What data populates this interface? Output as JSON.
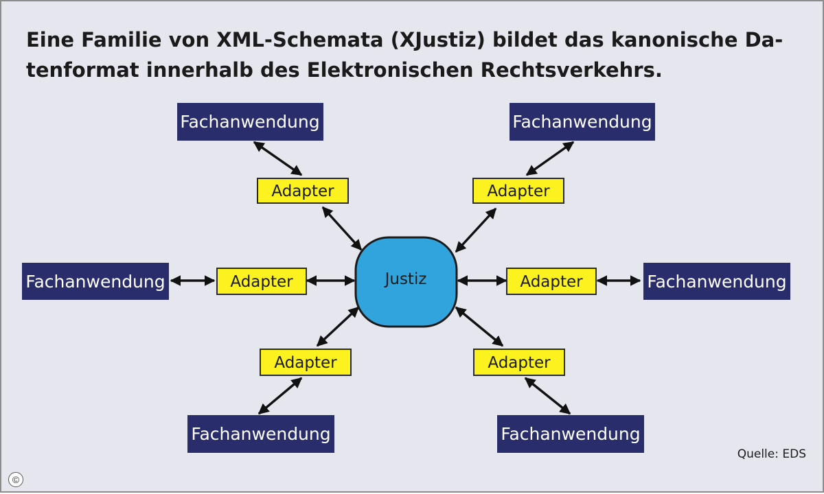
{
  "title": {
    "line1": "Eine Familie von XML-Schemata (XJustiz) bildet das kanonische Da-",
    "line2": "tenformat innerhalb des Elektronischen Rechtsverkehrs."
  },
  "hub": {
    "label": "Justiz"
  },
  "spokes": [
    {
      "position": "top-left",
      "application": "Fachanwendung",
      "adapter": "Adapter"
    },
    {
      "position": "top-right",
      "application": "Fachanwendung",
      "adapter": "Adapter"
    },
    {
      "position": "left",
      "application": "Fachanwendung",
      "adapter": "Adapter"
    },
    {
      "position": "right",
      "application": "Fachanwendung",
      "adapter": "Adapter"
    },
    {
      "position": "bottom-left",
      "application": "Fachanwendung",
      "adapter": "Adapter"
    },
    {
      "position": "bottom-right",
      "application": "Fachanwendung",
      "adapter": "Adapter"
    }
  ],
  "source": "Quelle: EDS",
  "copyright": "©",
  "colors": {
    "application_box": "#2a2d6b",
    "adapter_box": "#fbf21f",
    "hub": "#31a4dd",
    "background": "#e6e6ee"
  }
}
